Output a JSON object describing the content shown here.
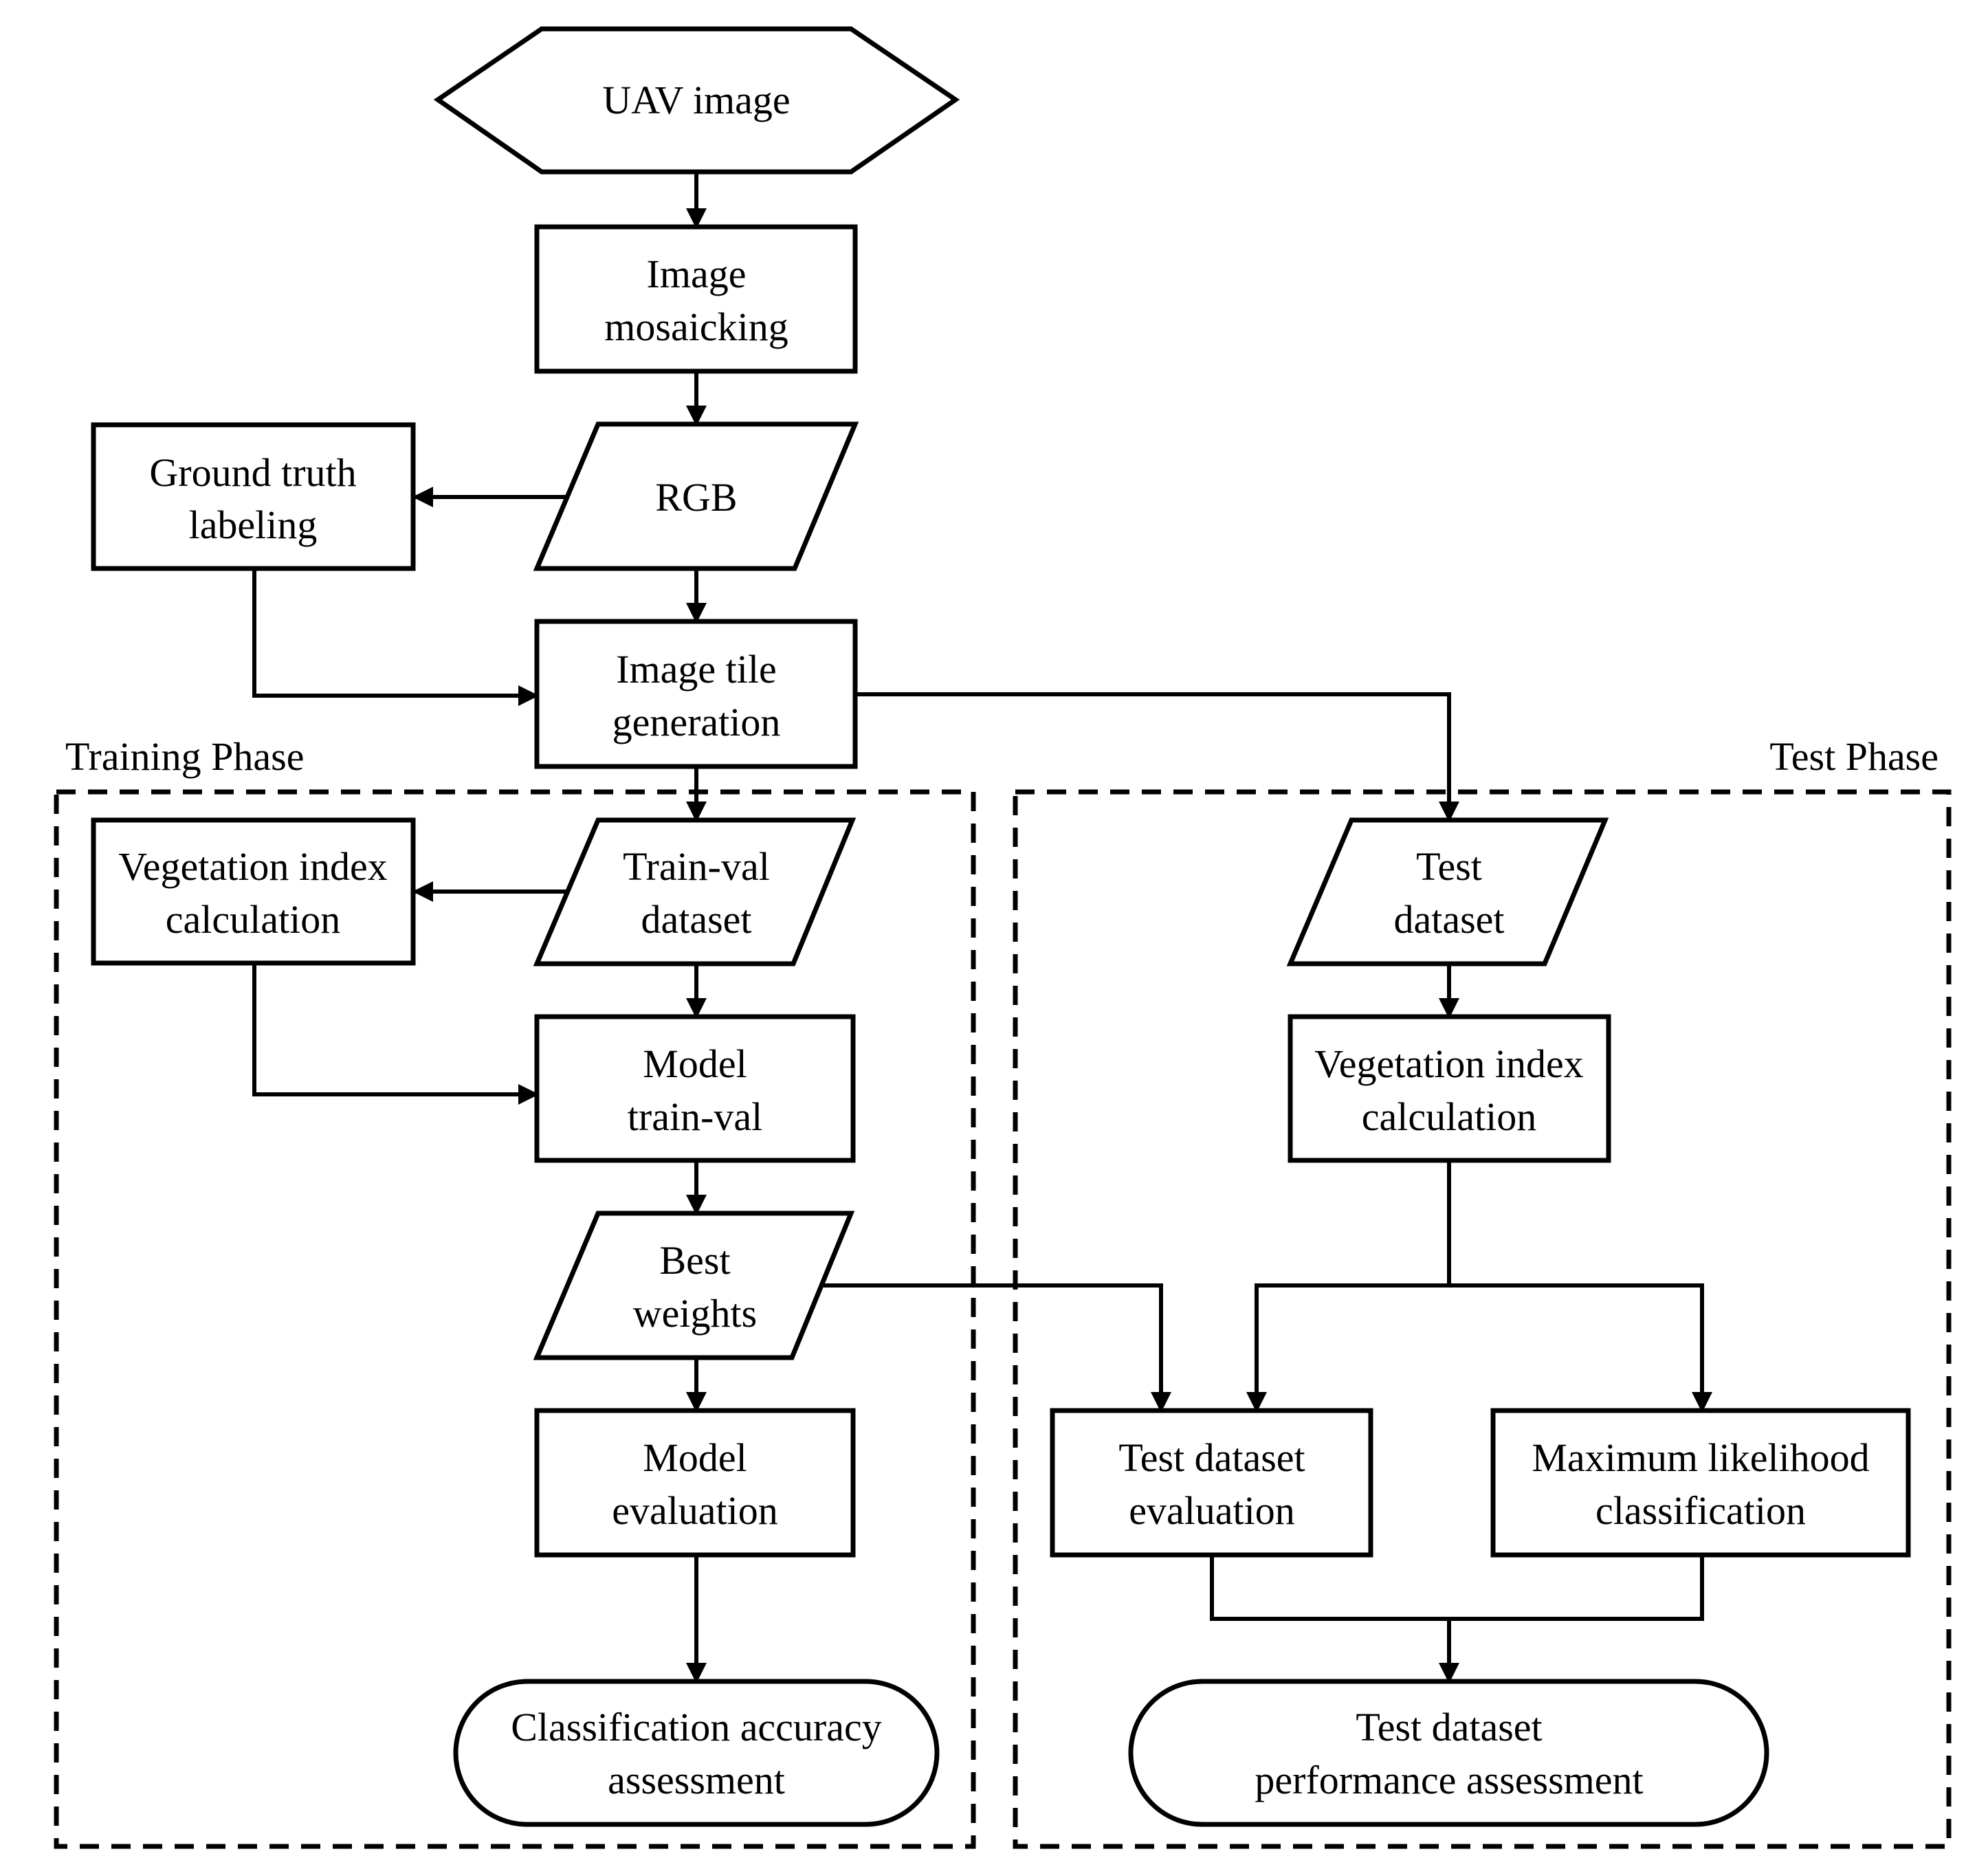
{
  "phases": {
    "training": "Training Phase",
    "test": "Test Phase"
  },
  "nodes": {
    "uav_image": {
      "shape": "hexagon",
      "lines": [
        "UAV image"
      ]
    },
    "image_mosaicking": {
      "shape": "rectangle",
      "lines": [
        "Image",
        "mosaicking"
      ]
    },
    "rgb": {
      "shape": "parallelogram",
      "lines": [
        "RGB"
      ]
    },
    "ground_truth_labeling": {
      "shape": "rectangle",
      "lines": [
        "Ground truth",
        "labeling"
      ]
    },
    "image_tile_generation": {
      "shape": "rectangle",
      "lines": [
        "Image tile",
        "generation"
      ]
    },
    "train_val_dataset": {
      "shape": "parallelogram",
      "lines": [
        "Train-val",
        "dataset"
      ]
    },
    "vegetation_index_train": {
      "shape": "rectangle",
      "lines": [
        "Vegetation index",
        "calculation"
      ]
    },
    "model_train_val": {
      "shape": "rectangle",
      "lines": [
        "Model",
        "train-val"
      ]
    },
    "best_weights": {
      "shape": "parallelogram",
      "lines": [
        "Best",
        "weights"
      ]
    },
    "model_evaluation": {
      "shape": "rectangle",
      "lines": [
        "Model",
        "evaluation"
      ]
    },
    "classification_accuracy_assessment": {
      "shape": "terminator",
      "lines": [
        "Classification accuracy",
        "assessment"
      ]
    },
    "test_dataset": {
      "shape": "parallelogram",
      "lines": [
        "Test",
        "dataset"
      ]
    },
    "vegetation_index_test": {
      "shape": "rectangle",
      "lines": [
        "Vegetation index",
        "calculation"
      ]
    },
    "test_dataset_evaluation": {
      "shape": "rectangle",
      "lines": [
        "Test dataset",
        "evaluation"
      ]
    },
    "maximum_likelihood_classification": {
      "shape": "rectangle",
      "lines": [
        "Maximum likelihood",
        "classification"
      ]
    },
    "test_dataset_performance_assessment": {
      "shape": "terminator",
      "lines": [
        "Test dataset",
        "performance assessment"
      ]
    }
  },
  "edges": [
    {
      "from": "uav_image",
      "to": "image_mosaicking"
    },
    {
      "from": "image_mosaicking",
      "to": "rgb"
    },
    {
      "from": "rgb",
      "to": "ground_truth_labeling"
    },
    {
      "from": "rgb",
      "to": "image_tile_generation"
    },
    {
      "from": "ground_truth_labeling",
      "to": "image_tile_generation"
    },
    {
      "from": "image_tile_generation",
      "to": "train_val_dataset"
    },
    {
      "from": "image_tile_generation",
      "to": "test_dataset"
    },
    {
      "from": "train_val_dataset",
      "to": "vegetation_index_train"
    },
    {
      "from": "train_val_dataset",
      "to": "model_train_val"
    },
    {
      "from": "vegetation_index_train",
      "to": "model_train_val"
    },
    {
      "from": "model_train_val",
      "to": "best_weights"
    },
    {
      "from": "best_weights",
      "to": "model_evaluation"
    },
    {
      "from": "best_weights",
      "to": "test_dataset_evaluation"
    },
    {
      "from": "model_evaluation",
      "to": "classification_accuracy_assessment"
    },
    {
      "from": "test_dataset",
      "to": "vegetation_index_test"
    },
    {
      "from": "vegetation_index_test",
      "to": "test_dataset_evaluation"
    },
    {
      "from": "vegetation_index_test",
      "to": "maximum_likelihood_classification"
    },
    {
      "from": "test_dataset_evaluation",
      "to": "test_dataset_performance_assessment"
    },
    {
      "from": "maximum_likelihood_classification",
      "to": "test_dataset_performance_assessment"
    }
  ]
}
